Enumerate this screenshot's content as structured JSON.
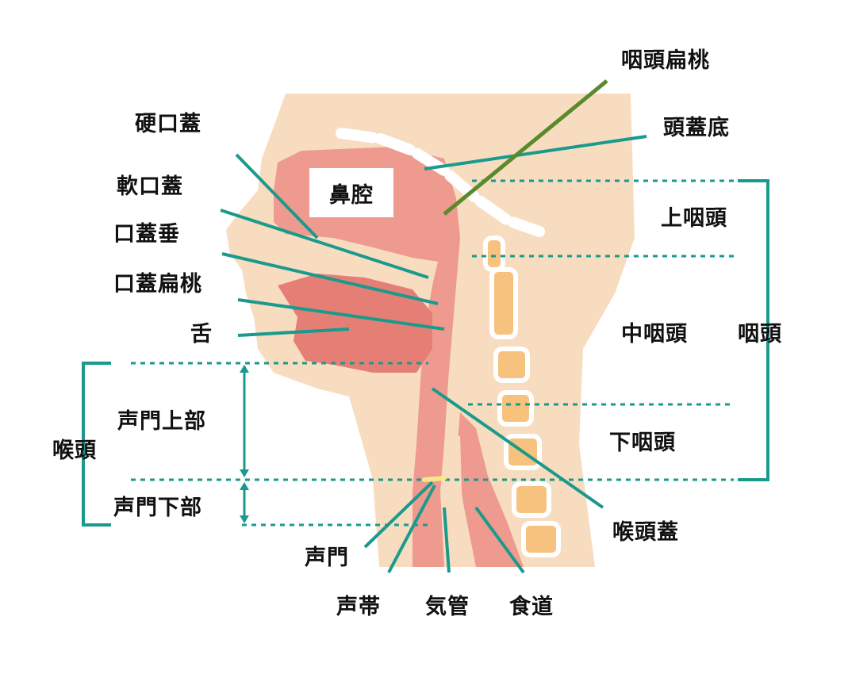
{
  "colors": {
    "skin": "#f7dcc0",
    "cavity": "#ef9a8e",
    "cavity_dark": "#e57f75",
    "vertebra": "#f6c27e",
    "vertebra_edge": "#ffffff",
    "leader": "#1a9a8c",
    "leader_highlight": "#5a8a2c",
    "glottis": "#f5e78a",
    "cranial_base": "#ffffff"
  },
  "labels": {
    "nasopharyngeal_tonsil": "咽頭扁桃",
    "hard_palate": "硬口蓋",
    "skull_base": "頭蓋底",
    "soft_palate": "軟口蓋",
    "nasal_cavity": "鼻腔",
    "uvula": "口蓋垂",
    "epipharynx": "上咽頭",
    "palatine_tonsil": "口蓋扁桃",
    "tongue": "舌",
    "oropharynx": "中咽頭",
    "pharynx": "咽頭",
    "supraglottic": "声門上部",
    "larynx": "喉頭",
    "hypopharynx": "下咽頭",
    "subglottic": "声門下部",
    "epiglottis": "喉頭蓋",
    "glottis": "声門",
    "vocal_cords": "声帯",
    "trachea": "気管",
    "esophagus": "食道"
  }
}
